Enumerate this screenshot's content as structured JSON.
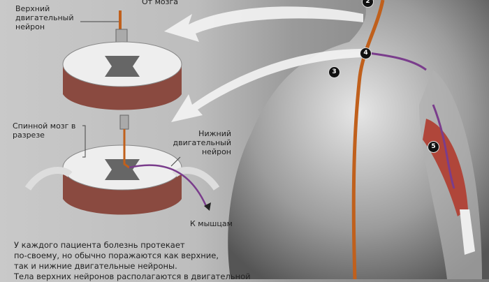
{
  "labels": {
    "from_brain": "От мозга",
    "upper_neuron": "Верхний двигательный нейрон",
    "spinal_cord_section": "Спинной мозг в разрезе",
    "lower_neuron": "Нижний двигательный нейрон",
    "to_muscles": "К мышцам"
  },
  "markers": [
    "2",
    "3",
    "4",
    "5"
  ],
  "caption": [
    "У каждого пациента болезнь протекает",
    "по-своему, но обычно поражаются как верхние,",
    "так и нижние двигательные нейроны.",
    "Тела верхних нейронов располагаются в двигательной"
  ],
  "colors": {
    "nerve": "#c0601c",
    "neuron_purple": "#7a3d8c",
    "muscle": "#b0463a"
  }
}
